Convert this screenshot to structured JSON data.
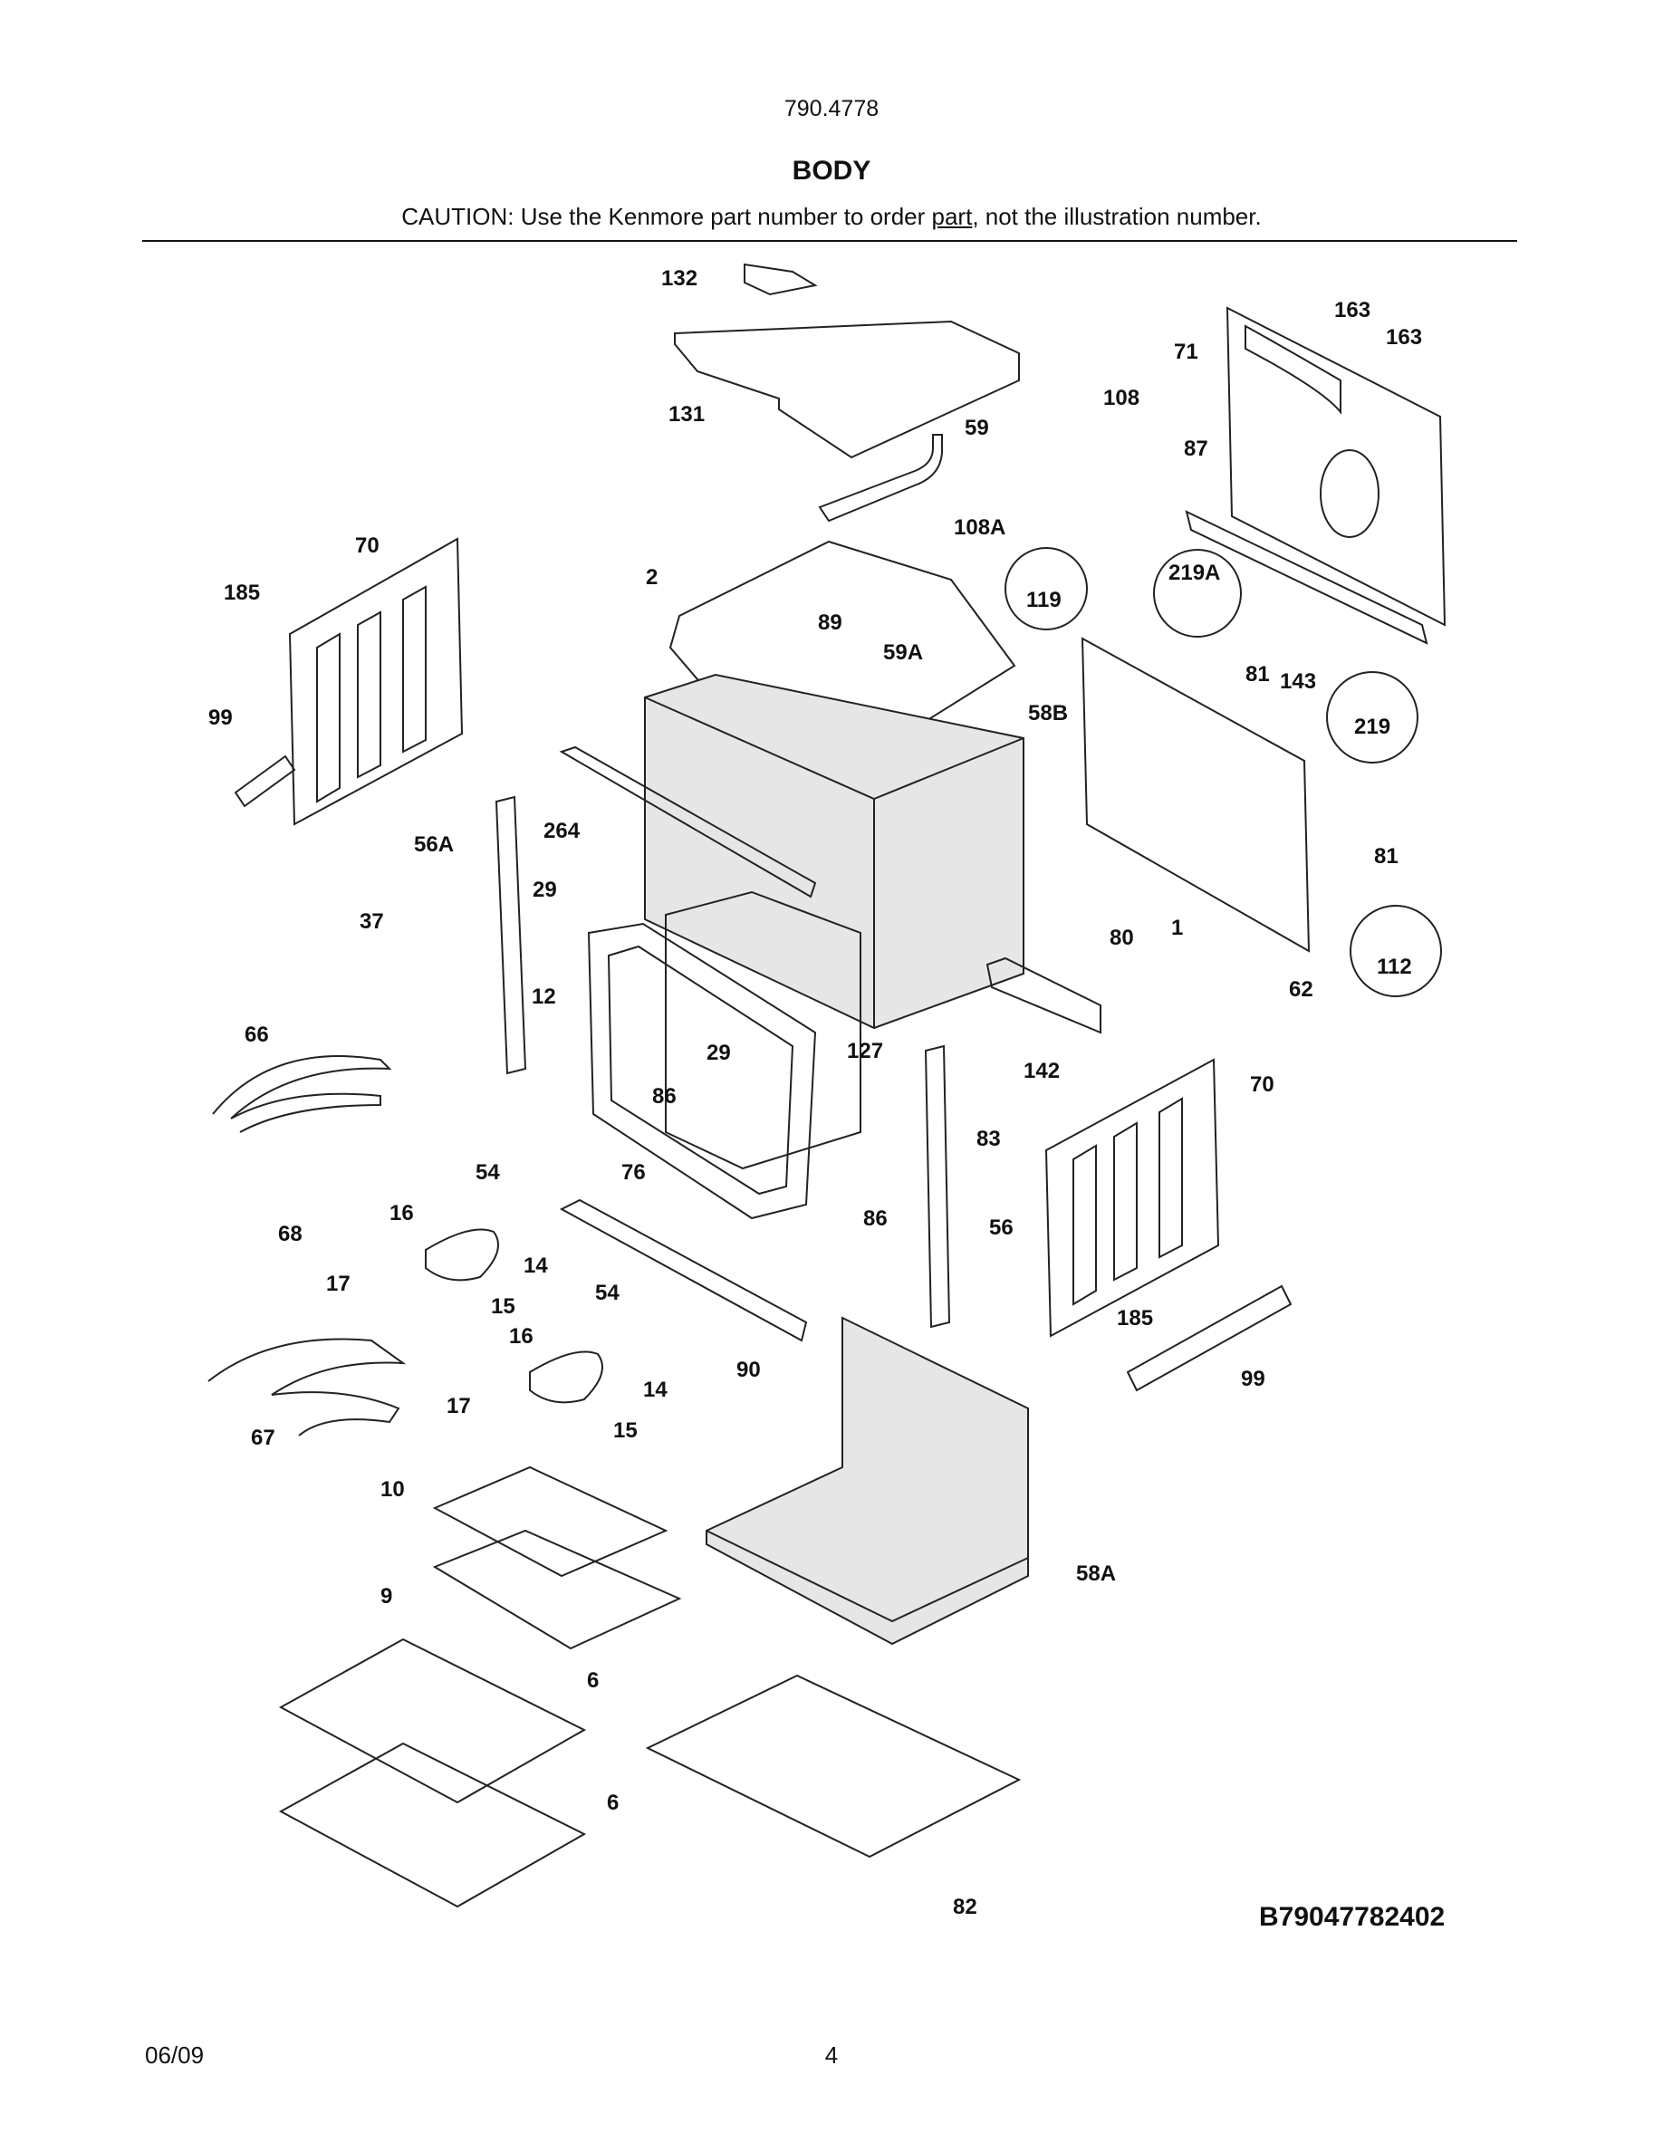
{
  "header": {
    "doc_number": "790.4778",
    "title": "BODY",
    "caution_prefix": "CAUTION: Use the Kenmore part number to order ",
    "caution_underlined": "part",
    "caution_suffix": ", not the illustration number."
  },
  "diagram": {
    "callouts": [
      "132",
      "131",
      "59",
      "108",
      "108A",
      "71",
      "163",
      "163",
      "87",
      "70",
      "185",
      "99",
      "2",
      "89",
      "59A",
      "58B",
      "119",
      "219A",
      "81",
      "143",
      "219",
      "81",
      "1",
      "80",
      "112",
      "62",
      "264",
      "56A",
      "29",
      "37",
      "12",
      "66",
      "29",
      "127",
      "86",
      "142",
      "76",
      "86",
      "83",
      "56",
      "70",
      "185",
      "99",
      "54",
      "16",
      "14",
      "15",
      "17",
      "68",
      "54",
      "16",
      "14",
      "15",
      "17",
      "67",
      "90",
      "58A",
      "10",
      "9",
      "6",
      "6",
      "82"
    ],
    "diagram_code": "B79047782402"
  },
  "footer": {
    "date": "06/09",
    "page": "4"
  }
}
